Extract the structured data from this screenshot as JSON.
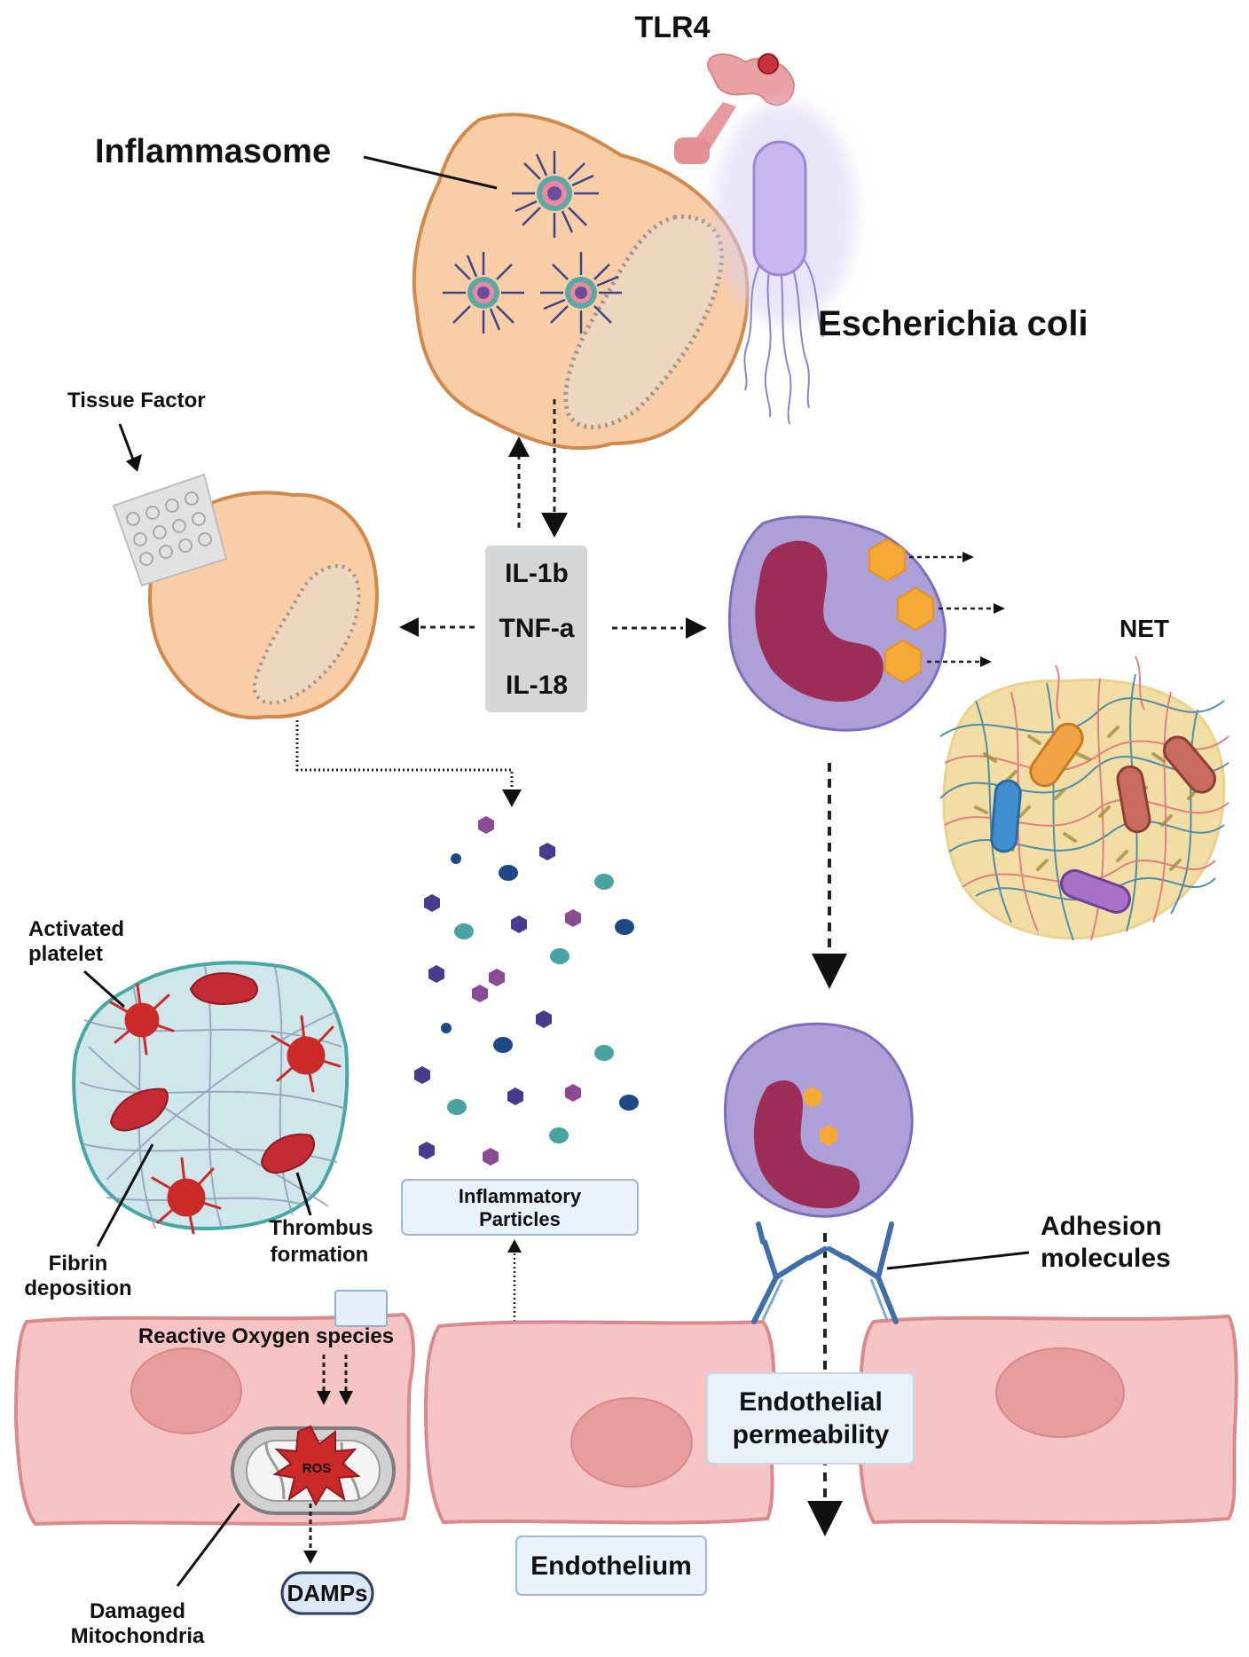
{
  "labels": {
    "tlr4": "TLR4",
    "inflammasome": "Inflammasome",
    "ecoli": "Escherichia coli",
    "ecoli_body": "",
    "tissue_factor": "Tissue Factor",
    "cytokine_1": "IL-1b",
    "cytokine_2": "TNF-a",
    "cytokine_3": "IL-18",
    "net": "NET",
    "activated_platelet_1": "Activated",
    "activated_platelet_2": "platelet",
    "fibrin_1": "Fibrin",
    "fibrin_2": "deposition",
    "thrombus_1": "Thrombus",
    "thrombus_2": "formation",
    "inflammatory_particles_1": "Inflammatory",
    "inflammatory_particles_2": "Particles",
    "reactive_oxygen_species": "Reactive Oxygen species",
    "ros": "ROS",
    "damps": "DAMPs",
    "damaged_mito_1": "Damaged",
    "damaged_mito_2": "Mitochondria",
    "endothelium": "Endothelium",
    "endothelial_perm_1": "Endothelial",
    "endothelial_perm_2": "permeability",
    "adhesion_1": "Adhesion",
    "adhesion_2": "molecules"
  },
  "colors": {
    "cell_fill": "#f9cda5",
    "cell_stroke": "#d2884a",
    "neutrophil_fill": "#ad9fd8",
    "neutrophil_nucleus": "#9c2d56",
    "granule": "#f5aa36",
    "endothelial_cell": "#f6c4c4",
    "endothelial_stroke": "#d98a8a",
    "platelet_red": "#cc2929",
    "clot_fill": "#cfe6ea",
    "box_fill": "#e9f1fb",
    "cytokine_box": "#d4d6d8"
  }
}
